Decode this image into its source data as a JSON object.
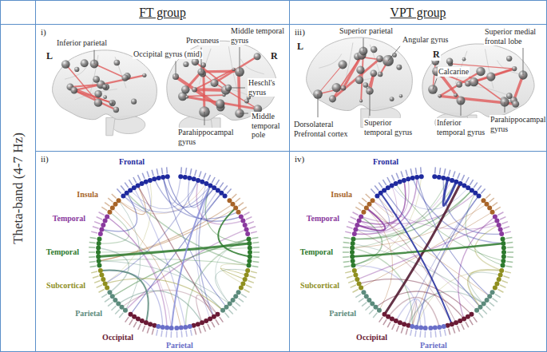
{
  "diagram": {
    "nodes": [
      {
        "text": [
          "FT group"
        ]
      },
      {
        "text": [
          "VPT group"
        ]
      },
      {
        "text": [
          "Theta-band (4-7 Hz)"
        ]
      },
      {
        "text": [
          "i)"
        ]
      },
      {
        "text": [
          "ii)"
        ]
      },
      {
        "text": [
          "iii)"
        ]
      },
      {
        "text": [
          "iv)"
        ]
      }
    ],
    "labels": [
      "L",
      "R",
      "Inferior parietal",
      "Occipital gyrus (mid)",
      "Precuneus",
      "Middle temporal gyrus",
      "Heschl's gyrus",
      "Middle temporal pole",
      "Parahippocampal gyrus",
      "Frontal",
      "Insula",
      "Temporal",
      "Temporal",
      "Subcortical",
      "Parietal",
      "Occipital",
      "Parietal",
      "L",
      "R",
      "Superior parietal",
      "Angular gyrus",
      "Superior medial frontal lobe",
      "Calcarine",
      "Dorsolateral Prefrontal cortex",
      "Superior temporal gyrus",
      "Inferior temporal gyrus",
      "Parahippocampal gyrus",
      "Frontal",
      "Insula",
      "Temporal",
      "Temporal",
      "Subcortical",
      "Parietal",
      "Occipital",
      "Parietal"
    ]
  }
}
